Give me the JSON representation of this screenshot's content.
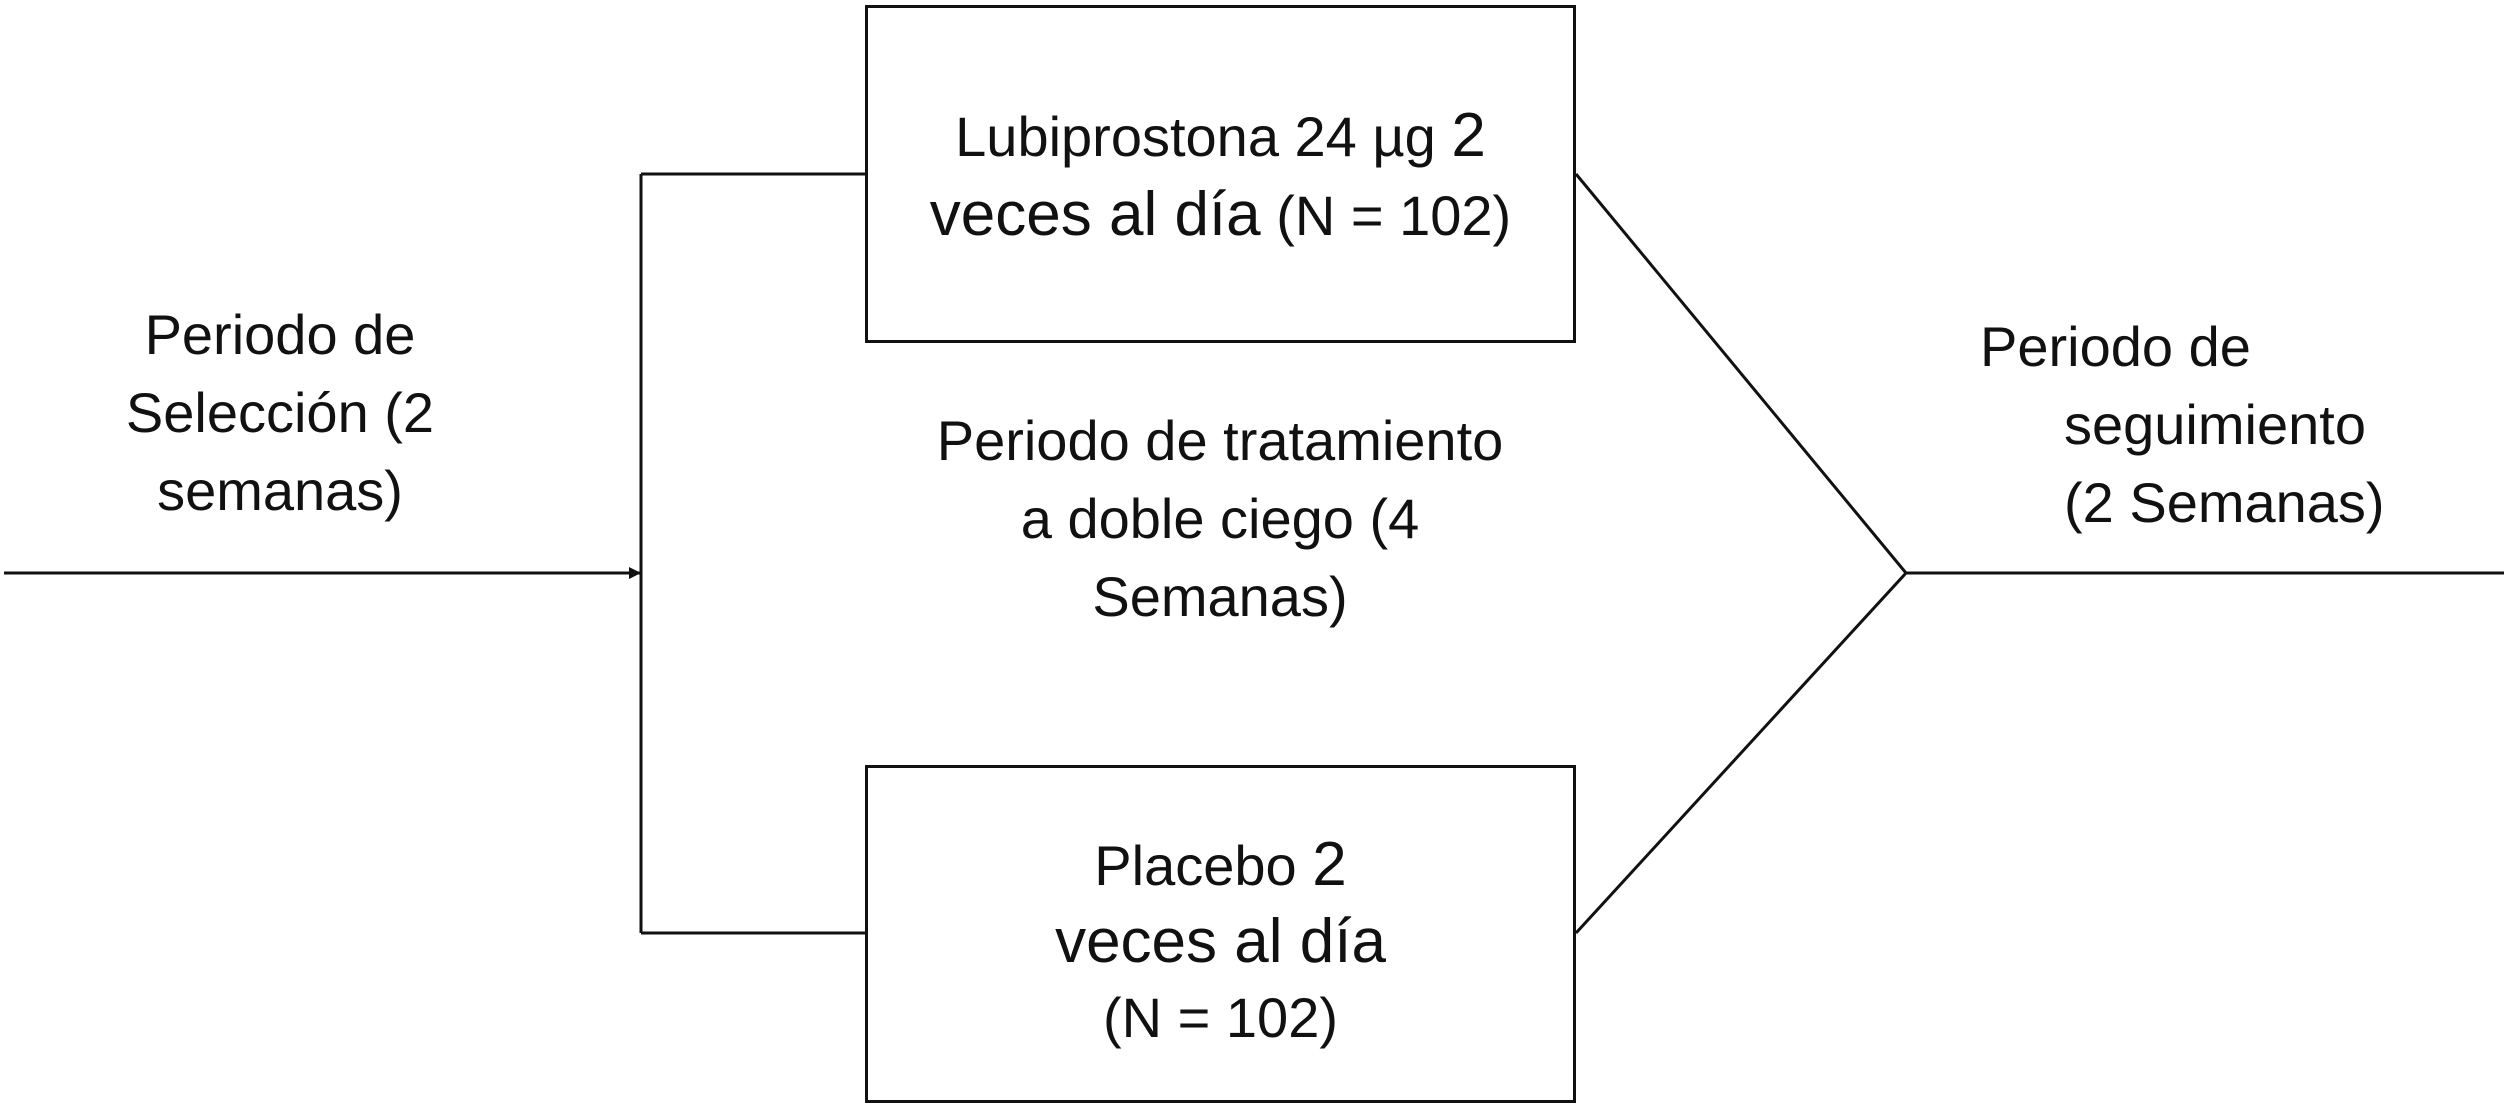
{
  "selection": {
    "line1": "Periodo de",
    "line2": "Selección (2",
    "line3": "semanas)"
  },
  "treatment_period": {
    "line1": "Periodo de tratamiento",
    "line2": "a doble ciego (4",
    "line3": "Semanas)"
  },
  "arm_lubiprostone": {
    "drug": "Lubiprostona 24 µg ",
    "dose_num": "2",
    "freq": "veces al día",
    "n": " (N = 102)"
  },
  "arm_placebo": {
    "drug": "Placebo ",
    "dose_num": "2",
    "freq": "veces al día",
    "n": "(N = 102)"
  },
  "followup": {
    "line1": "Periodo de",
    "line2": "seguimiento",
    "line3": "(2 Semanas)"
  }
}
